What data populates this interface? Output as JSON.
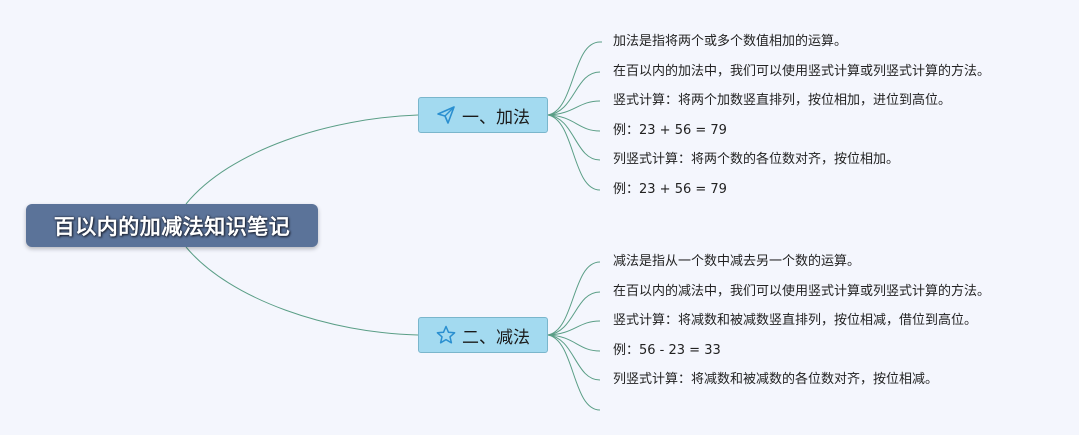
{
  "root": {
    "label": "百以内的加减法知识笔记"
  },
  "branches": [
    {
      "label": "一、加法",
      "icon": "paper-plane-icon",
      "leaves": [
        "加法是指将两个或多个数值相加的运算。",
        "在百以内的加法中，我们可以使用竖式计算或列竖式计算的方法。",
        "竖式计算：将两个加数竖直排列，按位相加，进位到高位。",
        "例：23 + 56 = 79",
        "列竖式计算：将两个数的各位数对齐，按位相加。",
        "例：23 + 56 = 79"
      ]
    },
    {
      "label": "二、减法",
      "icon": "star-icon",
      "leaves": [
        "减法是指从一个数中减去另一个数的运算。",
        "在百以内的减法中，我们可以使用竖式计算或列竖式计算的方法。",
        "竖式计算：将减数和被减数竖直排列，按位相减，借位到高位。",
        "例：56 - 23 = 33",
        "列竖式计算：将减数和被减数的各位数对齐，按位相减。",
        ""
      ]
    }
  ],
  "colors": {
    "background": "#f4f6fd",
    "root": "#5b7399",
    "branch": "#a3daf0",
    "connector": "#5a9e86",
    "icon": "#2a8fd0"
  }
}
